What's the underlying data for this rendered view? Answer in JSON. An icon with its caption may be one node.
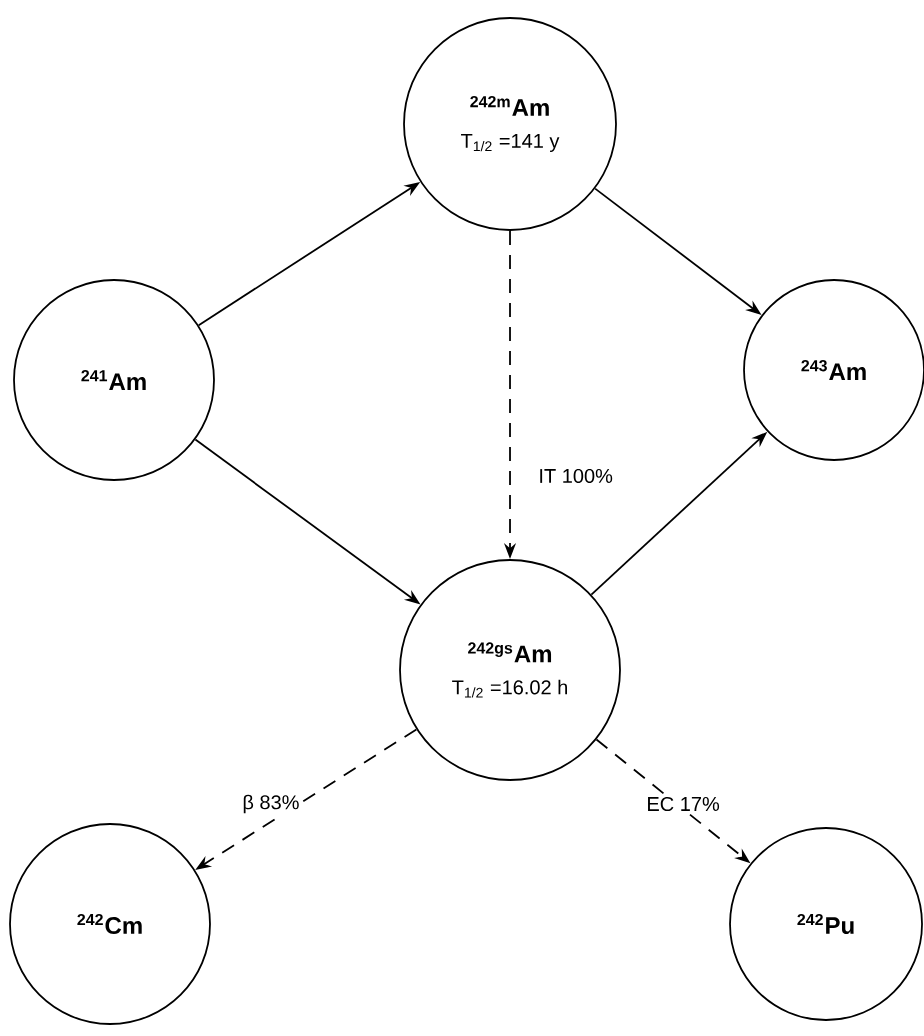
{
  "diagram": {
    "nodes": [
      {
        "text": [
          "$^{241}$Am"
        ]
      },
      {
        "text": [
          "$^{242m}$Am",
          "T$_{1/2}$ =141 y"
        ]
      },
      {
        "text": [
          "$^{243}$Am"
        ]
      },
      {
        "text": [
          "$^{242gs}$Am",
          "T$_{1/2}$ =16.02 h"
        ]
      },
      {
        "text": [
          "$^{242}$Cm"
        ]
      },
      {
        "text": [
          "$^{242}$Pu"
        ]
      }
    ],
    "edges": [
      {
        "from": 0,
        "to": 1,
        "arrow": "to"
      },
      {
        "from": 0,
        "to": 3,
        "arrow": "to"
      },
      {
        "from": 1,
        "to": 2,
        "arrow": "to"
      },
      {
        "from": 3,
        "to": 2,
        "arrow": "to"
      },
      {
        "from": 1,
        "to": 3,
        "arrow": "to",
        "style": "dashed",
        "label": "IT 100%"
      },
      {
        "from": 3,
        "to": 4,
        "arrow": "to",
        "style": "dashed",
        "label": "β 83%"
      },
      {
        "from": 3,
        "to": 5,
        "arrow": "to",
        "style": "dashed",
        "label": "EC 17%"
      }
    ]
  }
}
